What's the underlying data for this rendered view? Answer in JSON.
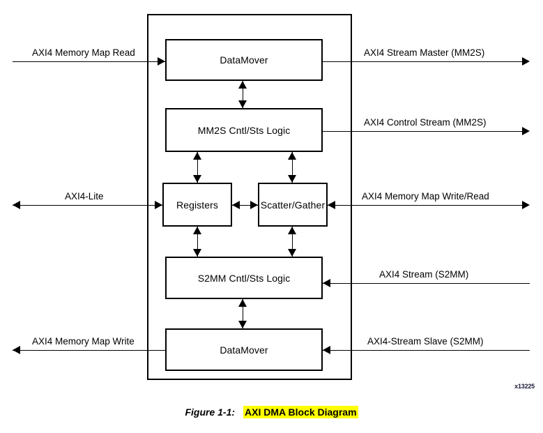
{
  "figure": {
    "caption_number": "Figure 1-1:",
    "caption_title": "AXI DMA Block Diagram",
    "reference_id": "x13225",
    "highlight_color": "#ffff00"
  },
  "blocks": [
    {
      "id": "datamover-mm2s",
      "label": "DataMover"
    },
    {
      "id": "mm2s-logic",
      "label": "MM2S Cntl/Sts Logic"
    },
    {
      "id": "registers",
      "label": "Registers"
    },
    {
      "id": "scatter-gather",
      "label": "Scatter/Gather"
    },
    {
      "id": "s2mm-logic",
      "label": "S2MM Cntl/Sts Logic"
    },
    {
      "id": "datamover-s2mm",
      "label": "DataMover"
    }
  ],
  "signals": {
    "left": [
      {
        "id": "axi4-mm-read",
        "label": "AXI4 Memory Map Read",
        "direction": "in"
      },
      {
        "id": "axi4-lite",
        "label": "AXI4-Lite",
        "direction": "bidirectional"
      },
      {
        "id": "axi4-mm-write",
        "label": "AXI4 Memory Map Write",
        "direction": "out"
      }
    ],
    "right": [
      {
        "id": "axi4-stream-master-mm2s",
        "label": "AXI4 Stream Master (MM2S)",
        "direction": "out"
      },
      {
        "id": "axi4-control-stream-mm2s",
        "label": "AXI4 Control Stream (MM2S)",
        "direction": "out"
      },
      {
        "id": "axi4-mm-write-read",
        "label": "AXI4 Memory Map Write/Read",
        "direction": "bidirectional"
      },
      {
        "id": "axi4-stream-s2mm",
        "label": "AXI4 Stream (S2MM)",
        "direction": "in"
      },
      {
        "id": "axi4-stream-slave-s2mm",
        "label": "AXI4-Stream Slave (S2MM)",
        "direction": "in"
      }
    ]
  }
}
